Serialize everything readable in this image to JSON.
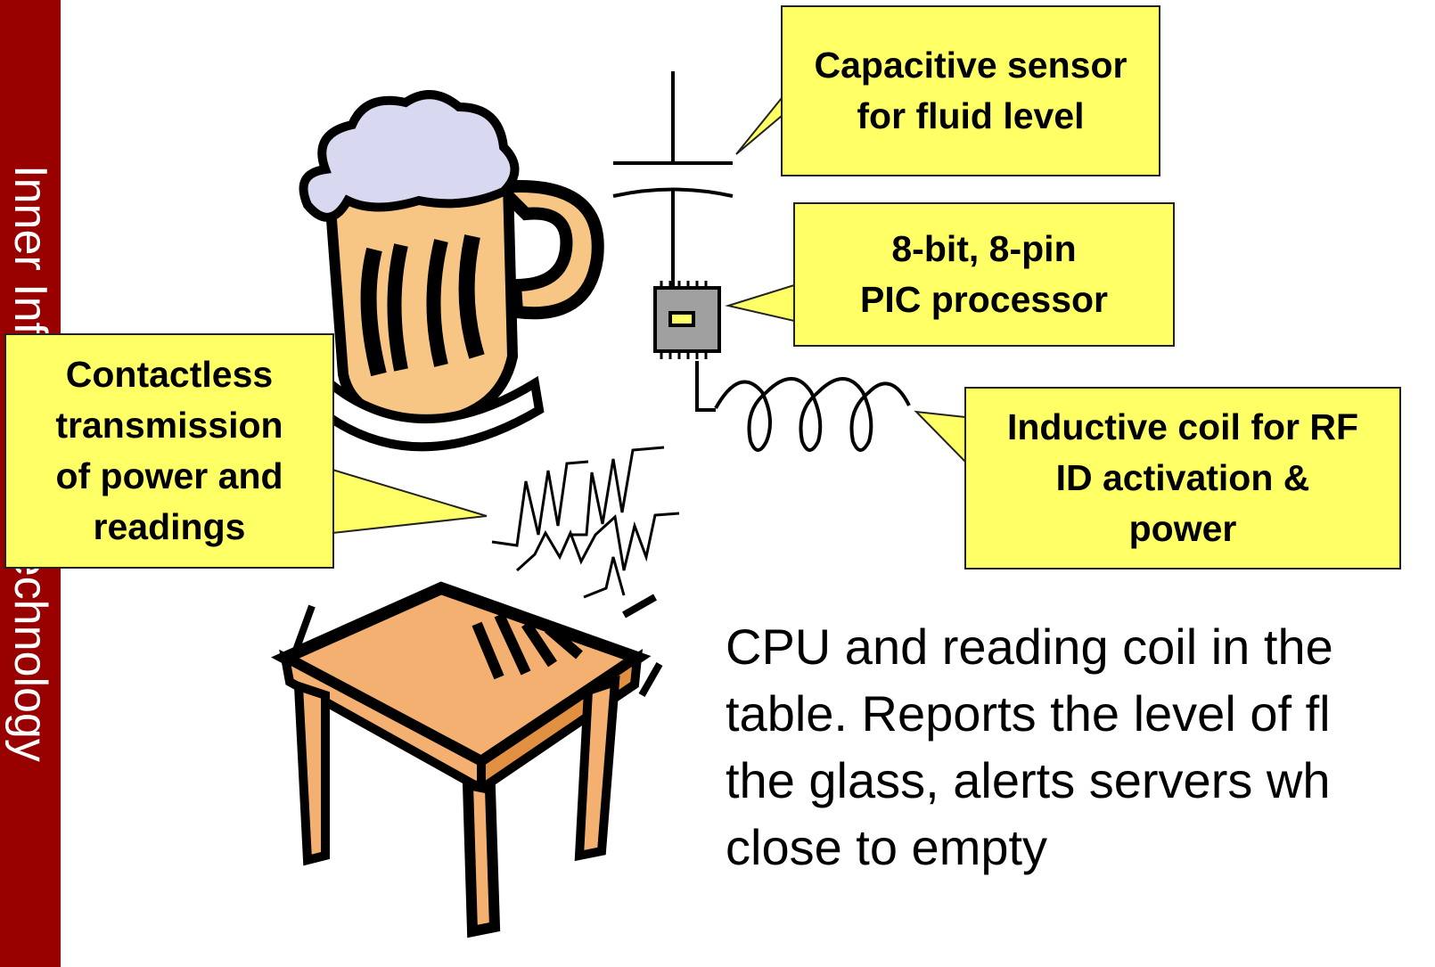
{
  "sidebar": {
    "text": "Inner Information Technology"
  },
  "callouts": {
    "capacitive": [
      "Capacitive sensor",
      "for fluid level"
    ],
    "pic": [
      "8-bit, 8-pin",
      "PIC processor"
    ],
    "contactless": [
      "Contactless",
      "transmission",
      "of power and",
      "readings"
    ],
    "coil": [
      "Inductive coil for RF",
      "ID activation &",
      "power"
    ]
  },
  "description": [
    "CPU and reading coil in the",
    "table. Reports the level of fl",
    "the glass, alerts servers wh",
    "close to empty"
  ],
  "colors": {
    "sidebar": "#990000",
    "callout": "#ffff66",
    "beer": "#f8c684",
    "foam": "#d8d8f0",
    "table": "#f4b070"
  },
  "icons": [
    "beer-mug-icon",
    "table-icon",
    "capacitor-icon",
    "chip-icon",
    "coil-icon",
    "rf-wave-icon"
  ]
}
